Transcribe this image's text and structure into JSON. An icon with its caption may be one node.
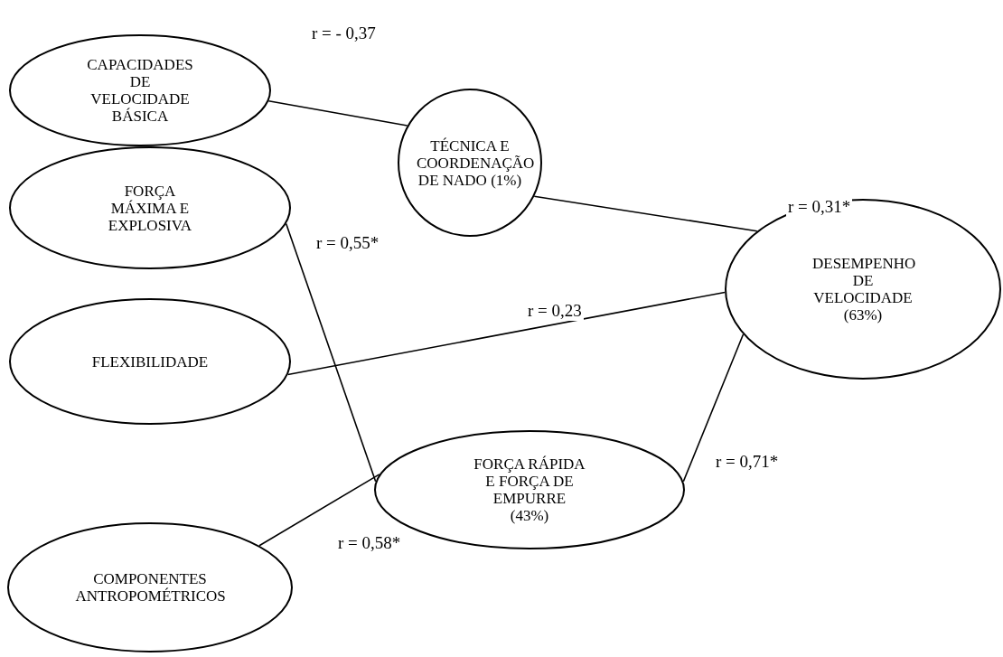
{
  "diagram": {
    "nodes": [
      {
        "text": [
          "CAPACIDADES DE VELOCIDADE BÁSICA"
        ]
      },
      {
        "text": [
          "TÉCNICA E COORDENAÇÃO DE NADO (1%)"
        ]
      },
      {
        "text": [
          "FORÇA MÁXIMA E EXPLOSIVA"
        ]
      },
      {
        "text": [
          "FLEXIBILIDADE"
        ]
      },
      {
        "text": [
          "DESEMPENHO DE VELOCIDADE (63%)"
        ]
      },
      {
        "text": [
          "FORÇA RÁPIDA E FORÇA DE EMPURRE (43%)"
        ]
      },
      {
        "text": [
          "COMPONENTES ANTROPOMÉTRICOS"
        ]
      }
    ],
    "edges": [
      {
        "from": 0,
        "to": 1,
        "arrow": "none",
        "label": "r = - 0,37"
      },
      {
        "from": 1,
        "to": 4,
        "arrow": "none",
        "label": "r = 0,31*"
      },
      {
        "from": 2,
        "to": 5,
        "arrow": "none",
        "label": "r = 0,55*"
      },
      {
        "from": 3,
        "to": 4,
        "arrow": "none",
        "label": "r = 0,23"
      },
      {
        "from": 5,
        "to": 4,
        "arrow": "none",
        "label": "r = 0,71*"
      },
      {
        "from": 6,
        "to": 5,
        "arrow": "none",
        "label": "r = 0,58*"
      }
    ]
  }
}
